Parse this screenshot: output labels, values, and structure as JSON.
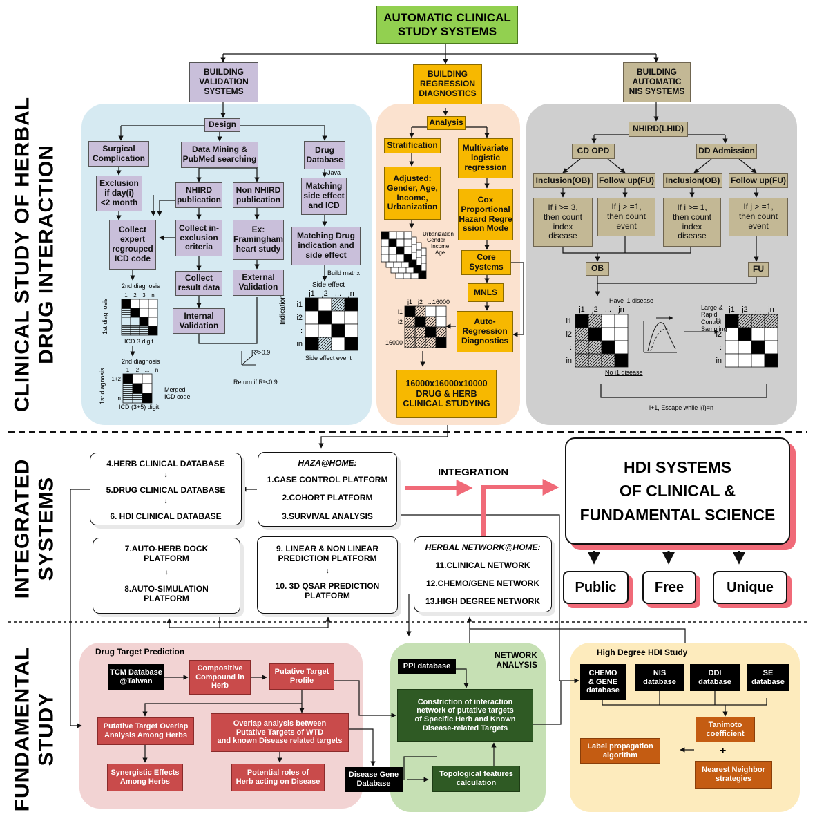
{
  "top": {
    "title": "AUTOMATIC CLINICAL\nSTUDY SYSTEMS"
  },
  "side_labels": {
    "clinical": "CLINICAL STUDY OF HERBAL\nDRUG INTERACTION",
    "integrated": "INTEGRATED\nSYSTEMS",
    "fundamental": "FUNDAMENTAL\nSTUDY"
  },
  "validation": {
    "header": "BUILDING\nVALIDATION\nSYSTEMS",
    "design": "Design",
    "surgical": "Surgical\nComplication",
    "exclusion": "Exclusion\nif day(i)\n<2 month",
    "collect_expert": "Collect\nexpert\nregrouped\nICD code",
    "data_mining": "Data Mining &\nPubMed searching",
    "nhird_pub": "NHIRD\npublication",
    "non_nhird_pub": "Non NHIRD\npublication",
    "collect_inex": "Collect in-\nexclusion\ncriteria",
    "framingham": "Ex:\nFramingham\nheart study",
    "collect_result": "Collect\nresult data",
    "external_val": "External\nValidation",
    "internal_val": "Internal\nValidation",
    "drug_db": "Drug\nDatabase",
    "java": "Java",
    "matching_se": "Matching\nside effect\nand ICD",
    "matching_drug": "Matching Drug\nindication and\nside effect",
    "build_matrix": "Build matrix",
    "side_effect": "Side effect",
    "se_cols": [
      "j1",
      "j2",
      "...",
      "jn"
    ],
    "se_rows": [
      "i1",
      "i2",
      ":",
      "in"
    ],
    "indication": "Indication",
    "se_event": "Side effect event",
    "second_dx": "2nd diagnosis",
    "first_dx": "1st diagnosis",
    "icd_cols": [
      "1",
      "2",
      "3",
      "n"
    ],
    "icd3": "ICD 3 digit",
    "second_dx2": "2nd diagnosis",
    "first_dx2": "1st diagnosis",
    "icd_cols2": [
      "1",
      "2",
      "...",
      "n"
    ],
    "icd_rows2": [
      "1+2",
      "...",
      "n"
    ],
    "merged_icd": "Merged\nICD code",
    "icd35": "ICD (3+5) digit",
    "r2_gt": "R²>0.9",
    "return_if": "Return if R²<0.9"
  },
  "regression": {
    "header": "BUILDING\nREGRESSION\nDIAGNOSTICS",
    "analysis": "Analysis",
    "stratification": "Stratification",
    "multivariate": "Multivariate\nlogistic\nregression",
    "adjusted": "Adjusted:\nGender, Age,\nIncome,\nUrbanization",
    "strata_labels": [
      "Urbanization",
      "Gender",
      "Income",
      "Age"
    ],
    "cox": "Cox\nProportional\nHazard Regre\nssion Mode",
    "core": "Core\nSystems",
    "mnls": "MNLS",
    "auto_reg": "Auto-\nRegression\nDiagnostics",
    "mat_cols": [
      "j1",
      "j2",
      "...",
      "16000"
    ],
    "mat_rows": [
      "i1",
      "i2",
      "...",
      "16000"
    ],
    "result": "16000x16000x10000\nDRUG & HERB\nCLINICAL STUDYING"
  },
  "nis": {
    "header": "BUILDING\nAUTOMATIC\nNIS SYSTEMS",
    "nhird": "NHIRD(LHID)",
    "cd_opd": "CD OPD",
    "dd_adm": "DD Admission",
    "incl_ob1": "Inclusion(OB)",
    "fu1": "Follow up(FU)",
    "incl_ob2": "Inclusion(OB)",
    "fu2": "Follow up(FU)",
    "cond1": "If i >= 3,\nthen count\nindex\ndisease",
    "cond2": "If j > =1,\nthen count\nevent",
    "cond3": "If i >= 1,\nthen count\nindex\ndisease",
    "cond4": "If j > =1,\nthen count\nevent",
    "ob": "OB",
    "fu": "FU",
    "mat_cols": [
      "j1",
      "j2",
      "...",
      "jn"
    ],
    "mat_rows": [
      "i1",
      "i2",
      ":",
      "in"
    ],
    "have_i1": "Have i1 disease",
    "no_i1": "No i1 disease",
    "sampling": "Large &\nRapid\nControl\nSampling",
    "escape": "i+1, Escape while i(i)=n"
  },
  "integrated": {
    "db_box": [
      "4.HERB CLINICAL DATABASE",
      "5.DRUG CLINICAL DATABASE",
      "6. HDI CLINICAL DATABASE"
    ],
    "haza_title": "HAZA@HOME:",
    "haza_items": [
      "1.CASE CONTROL PLATFORM",
      "2.COHORT PLATFORM",
      "3.SURVIVAL ANALYSIS"
    ],
    "integration": "INTEGRATION",
    "hdi_title": "HDI SYSTEMS\nOF CLINICAL &\nFUNDAMENTAL SCIENCE",
    "dock_items": [
      "7.AUTO-HERB DOCK\nPLATFORM",
      "8.AUTO-SIMULATION\nPLATFORM"
    ],
    "pred_items": [
      "9. LINEAR & NON LINEAR\nPREDICTION PLATFORM",
      "10. 3D QSAR PREDICTION\nPLATFORM"
    ],
    "network_title": "HERBAL NETWORK@HOME:",
    "network_items": [
      "11.CLINICAL NETWORK",
      "12.CHEMO/GENE NETWORK",
      "13.HIGH DEGREE NETWORK"
    ],
    "public": "Public",
    "free": "Free",
    "unique": "Unique"
  },
  "fundamental": {
    "dtp_title": "Drug Target Prediction",
    "tcm": "TCM Database\n@Taiwan",
    "compositive": "Compositive\nCompound in\nHerb",
    "putative_profile": "Putative Target\nProfile",
    "overlap_herbs": "Putative Target Overlap\nAnalysis Among Herbs",
    "overlap_wtd": "Overlap analysis between\nPutative Targets of WTD\nand known Disease related targets",
    "synergistic": "Synergistic Effects\nAmong Herbs",
    "potential": "Potential roles of\nHerb acting on Disease",
    "na_title": "NETWORK\nANALYSIS",
    "ppi": "PPI database",
    "constriction": "Constriction of interaction\nnetwork of putative targets\nof Specific Herb and Known\nDisease-related Targets",
    "disease_gene": "Disease Gene\nDatabase",
    "topological": "Topological features\ncalculation",
    "hd_title": "High Degree HDI Study",
    "chemo": "CHEMO\n& GENE\ndatabase",
    "nis_db": "NIS\ndatabase",
    "ddi_db": "DDI\ndatabase",
    "se_db": "SE\ndatabase",
    "tanimoto": "Tanimoto\ncoefficient",
    "plus": "+",
    "label_prop": "Label propagation\nalgorithm",
    "nearest": "Nearest Neighbor\nstrategies"
  },
  "colors": {
    "title_green": "#92d050",
    "validation_bg": "#d6eaf2",
    "regression_bg": "#fbe2cf",
    "nis_bg": "#cfcfcf",
    "dtp_bg": "#f2d3d3",
    "network_bg": "#c6e0b4",
    "hd_bg": "#fdebbd",
    "accent_pink": "#f06a78"
  }
}
